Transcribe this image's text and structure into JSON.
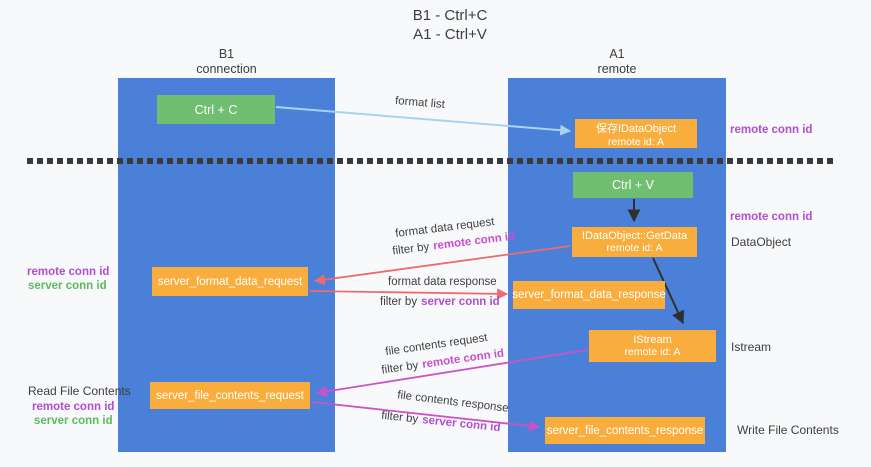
{
  "title": {
    "line1": "B1 - Ctrl+C",
    "line2": "A1 - Ctrl+V"
  },
  "lanes": {
    "left": {
      "title": "B1",
      "subtitle": "connection"
    },
    "right": {
      "title": "A1",
      "subtitle": "remote"
    }
  },
  "nodes": {
    "ctrl_c": {
      "label": "Ctrl + C"
    },
    "ctrl_v": {
      "label": "Ctrl + V"
    },
    "save_idataobject": {
      "line1": "保存IDataObject",
      "line2": "remote id: A"
    },
    "getdata": {
      "line1": "IDataObject::GetData",
      "line2": "remote id: A"
    },
    "istream": {
      "line1": "IStream",
      "line2": "remote id: A"
    },
    "server_format_data_request": {
      "label": "server_format_data_request"
    },
    "server_format_data_response": {
      "label": "server_format_data_response"
    },
    "server_file_contents_request": {
      "label": "server_file_contents_request"
    },
    "server_file_contents_response": {
      "label": "server_file_contents_response"
    }
  },
  "flow_labels": {
    "format_list": "format list",
    "format_data_request": "format data request",
    "format_data_response": "format data response",
    "file_contents_request": "file contents request",
    "file_contents_response": "file contents response",
    "filter_by": "filter by",
    "remote_conn_id": "remote conn id",
    "server_conn_id": "server conn id"
  },
  "side_labels": {
    "remote_conn_id_top": "remote conn id",
    "remote_conn_id_mid": "remote conn id",
    "dataobject": "DataObject",
    "istream": "Istream",
    "read_file_contents": "Read File Contents",
    "write_file_contents": "Write File Contents",
    "left_remote_conn_id_1": "remote conn id",
    "left_server_conn_id_1": "server conn id",
    "left_remote_conn_id_2": "remote conn id",
    "left_server_conn_id_2": "server conn id"
  },
  "colors": {
    "background": "#f8f9fb",
    "lane_blue": "#4a80d7",
    "node_green": "#70bf71",
    "node_orange": "#f8ad3d",
    "arrow_light_blue": "#a8d3f0",
    "arrow_red": "#ec6c6e",
    "arrow_magenta": "#cb52c8",
    "arrow_black": "#2f2f2f",
    "text_purple": "#b14ecb",
    "text_green": "#5eb960",
    "text_dark": "#3d3d3d"
  }
}
